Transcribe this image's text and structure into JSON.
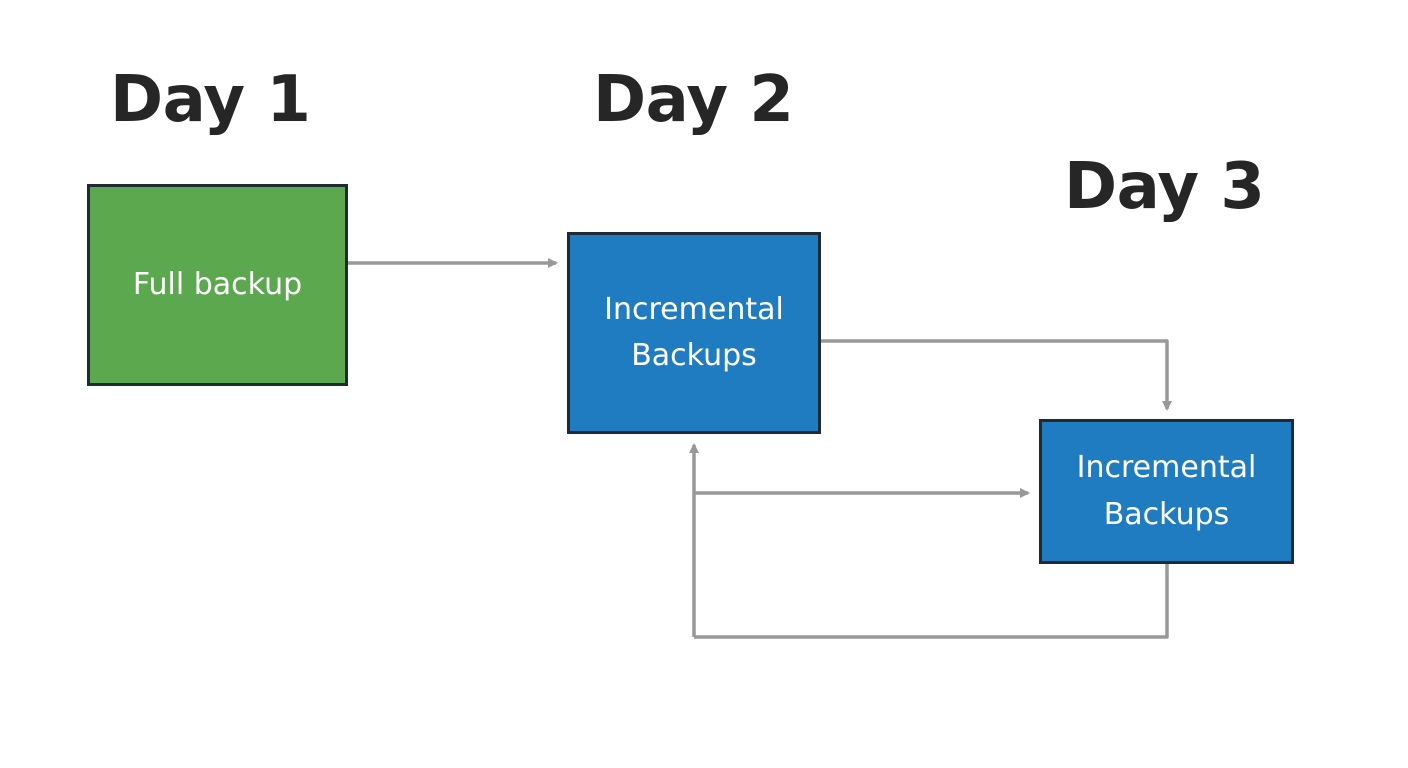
{
  "days": {
    "day1": "Day 1",
    "day2": "Day 2",
    "day3": "Day 3"
  },
  "nodes": {
    "full_backup": {
      "label": "Full backup",
      "color": "#5ba84f"
    },
    "incremental_day2": {
      "label_line1": "Incremental",
      "label_line2": "Backups",
      "color": "#1f7cc1"
    },
    "incremental_day3": {
      "label_line1": "Incremental",
      "label_line2": "Backups",
      "color": "#1f7cc1"
    }
  },
  "connectors": {
    "color": "#999999",
    "edges": [
      {
        "from": "full_backup",
        "to": "incremental_day2"
      },
      {
        "from": "incremental_day2",
        "to": "incremental_day3"
      },
      {
        "from": "incremental_day2",
        "to": "incremental_day3"
      },
      {
        "from": "incremental_day3",
        "to": "incremental_day2"
      }
    ]
  }
}
